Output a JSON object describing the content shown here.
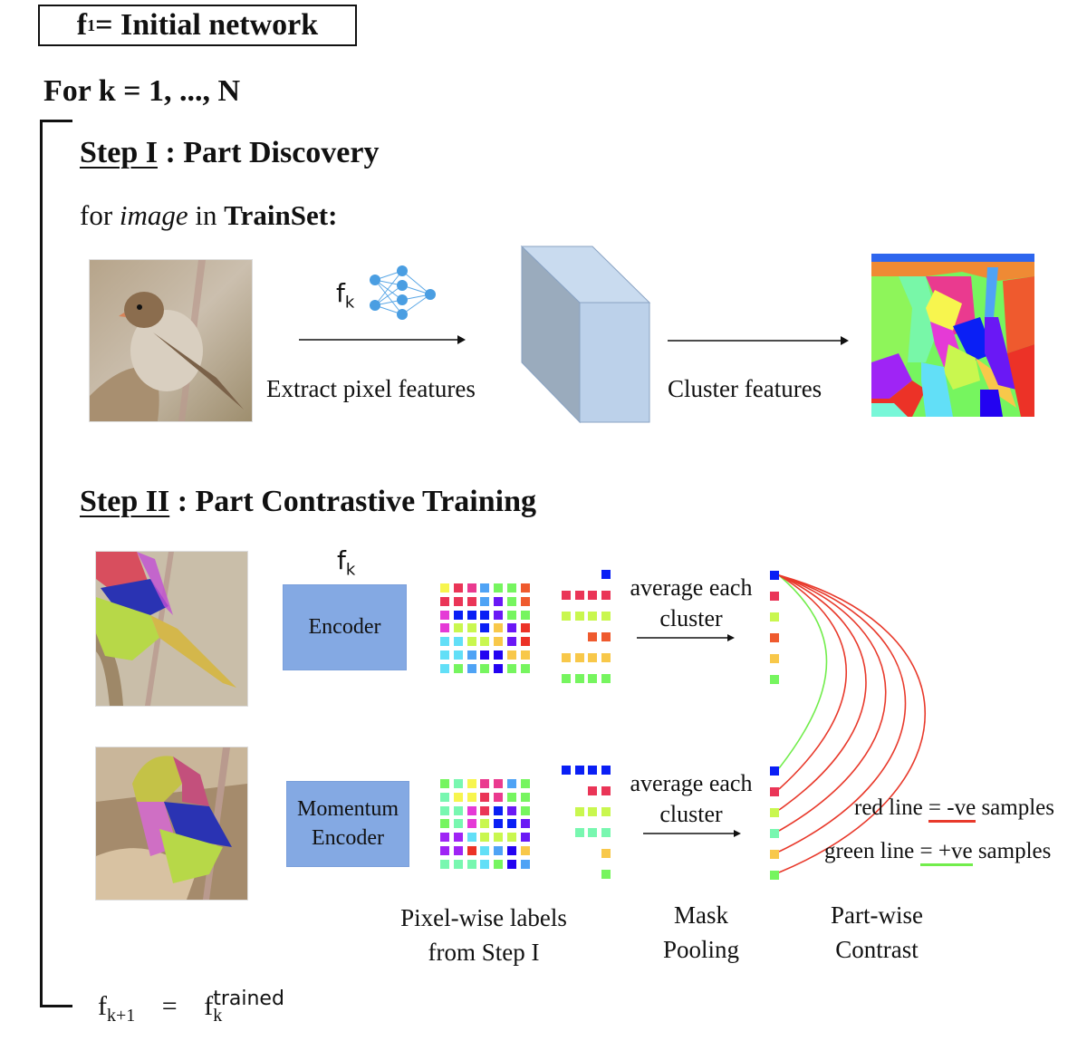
{
  "header": {
    "init_prefix": "f",
    "init_sub": "1",
    "init_text": " = Initial network",
    "for_loop": "For k = 1, ..., N"
  },
  "step1": {
    "label": "Step I",
    "title": " : Part Discovery",
    "loop_for": "for ",
    "loop_var": "image",
    "loop_in": " in ",
    "loop_set": "TrainSet:",
    "network_symbol": "f",
    "network_sub": "k",
    "extract_label": "Extract pixel features",
    "cluster_label": "Cluster features",
    "network_icon": "neural-network-icon",
    "feature_volume_icon": "feature-cube-icon"
  },
  "step2": {
    "label": "Step II",
    "title": " : Part Contrastive Training",
    "network_symbol": "f",
    "network_sub": "k",
    "encoder_label": "Encoder",
    "momentum_encoder_label_1": "Momentum",
    "momentum_encoder_label_2": "Encoder",
    "average_label_1": "average each",
    "average_label_2": "cluster",
    "caption_pixel_1": "Pixel-wise labels",
    "caption_pixel_2": "from Step I",
    "caption_mask_1": "Mask",
    "caption_mask_2": "Pooling",
    "caption_contrast_1": "Part-wise",
    "caption_contrast_2": "Contrast",
    "legend_red_pre": "red line ",
    "legend_red_eq": "= -ve",
    "legend_red_post": " samples",
    "legend_green_pre": "green line ",
    "legend_green_eq": "= +ve",
    "legend_green_post": " samples",
    "top_grid": [
      [
        "yellow",
        "red",
        "pink",
        "skyblue",
        "lime",
        "lime",
        "orange"
      ],
      [
        "red",
        "red",
        "red",
        "skyblue",
        "violet",
        "lime",
        "orange"
      ],
      [
        "magenta",
        "blue",
        "blue",
        "blue",
        "violet",
        "lime",
        "lime"
      ],
      [
        "magenta",
        "chartreuse",
        "chartreuse",
        "blue",
        "gold",
        "violet",
        "scarlet"
      ],
      [
        "cyan",
        "cyan",
        "chartreuse",
        "chartreuse",
        "gold",
        "violet",
        "scarlet"
      ],
      [
        "cyan",
        "cyan",
        "skyblue",
        "indigo",
        "indigo",
        "gold",
        "gold"
      ],
      [
        "cyan",
        "lime",
        "skyblue",
        "lime",
        "indigo",
        "lime",
        "lime"
      ]
    ],
    "bottom_grid": [
      [
        "lime",
        "mint",
        "yellow",
        "pink",
        "pink",
        "skyblue",
        "lime"
      ],
      [
        "mint",
        "yellow",
        "yellow",
        "red",
        "pink",
        "lime",
        "lime"
      ],
      [
        "mint",
        "mint",
        "magenta",
        "red",
        "blue",
        "violet",
        "lime"
      ],
      [
        "lime",
        "mint",
        "magenta",
        "chartreuse",
        "blue",
        "blue",
        "violet"
      ],
      [
        "purple",
        "purple",
        "cyan",
        "chartreuse",
        "chartreuse",
        "chartreuse",
        "violet"
      ],
      [
        "purple",
        "purple",
        "scarlet",
        "cyan",
        "skyblue",
        "indigo",
        "gold"
      ],
      [
        "mint",
        "mint",
        "mint",
        "cyan",
        "lime",
        "indigo",
        "skyblue"
      ]
    ],
    "top_clusters": [
      {
        "color": "blue",
        "count": 1
      },
      {
        "color": "red",
        "count": 4
      },
      {
        "color": "chartreuse",
        "count": 4
      },
      {
        "color": "orange",
        "count": 2
      },
      {
        "color": "gold",
        "count": 4
      },
      {
        "color": "lime",
        "count": 4
      }
    ],
    "bottom_clusters": [
      {
        "color": "blue",
        "count": 4
      },
      {
        "color": "red",
        "count": 2
      },
      {
        "color": "chartreuse",
        "count": 3
      },
      {
        "color": "mint",
        "count": 3
      },
      {
        "color": "gold",
        "count": 1
      },
      {
        "color": "lime",
        "count": 1
      }
    ],
    "top_pooled": [
      "blue",
      "red",
      "chartreuse",
      "orange",
      "gold",
      "lime"
    ],
    "bottom_pooled": [
      "blue",
      "red",
      "chartreuse",
      "mint",
      "gold",
      "lime"
    ],
    "positive_pairs": [
      [
        0,
        0
      ]
    ],
    "negative_pairs": [
      [
        0,
        1
      ],
      [
        0,
        2
      ],
      [
        0,
        3
      ],
      [
        0,
        4
      ],
      [
        0,
        5
      ]
    ]
  },
  "footer": {
    "lhs": "f",
    "lhs_sub": "k+1",
    "eq": "=",
    "rhs": "f",
    "rhs_sub": "k",
    "rhs_sup": "trained"
  },
  "colors": {
    "yellow": "#f7f54e",
    "red": "#ea3557",
    "pink": "#ea3a8f",
    "skyblue": "#4fa3f5",
    "lime": "#76f55f",
    "orange": "#ef5a2e",
    "violet": "#6a18f5",
    "blue": "#0a1ff5",
    "magenta": "#e53ad6",
    "chartreuse": "#c9f74f",
    "gold": "#f8c84a",
    "scarlet": "#ec3227",
    "cyan": "#62dff7",
    "indigo": "#2303f1",
    "mint": "#78f7b0",
    "purple": "#9f24f5",
    "encoder_fill": "#84a9e3",
    "neg_line": "#e8392b",
    "pos_line": "#72ed4c"
  }
}
